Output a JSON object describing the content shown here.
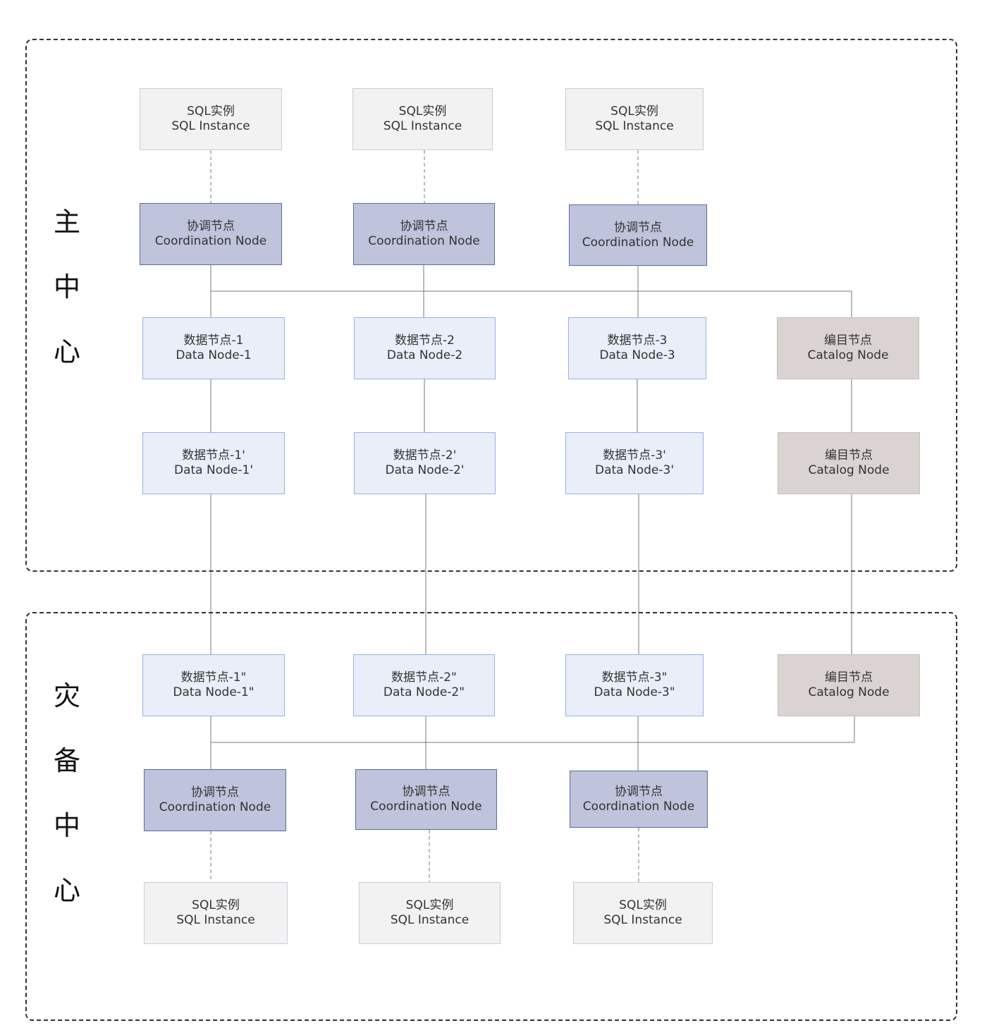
{
  "regions": {
    "main": {
      "label": [
        "主",
        "中",
        "心"
      ]
    },
    "dr": {
      "label": [
        "灾",
        "备",
        "中",
        "心"
      ]
    }
  },
  "nodes": {
    "sql": {
      "cn": "SQL实例",
      "en": "SQL Instance"
    },
    "coord": {
      "cn": "协调节点",
      "en": "Coordination Node"
    },
    "catalog": {
      "cn": "编目节点",
      "en": "Catalog Node"
    },
    "dn1": {
      "cn": "数据节点-1",
      "en": "Data Node-1"
    },
    "dn2": {
      "cn": "数据节点-2",
      "en": "Data Node-2"
    },
    "dn3": {
      "cn": "数据节点-3",
      "en": "Data Node-3"
    },
    "dn1p": {
      "cn": "数据节点-1'",
      "en": "Data Node-1'"
    },
    "dn2p": {
      "cn": "数据节点-2'",
      "en": "Data Node-2'"
    },
    "dn3p": {
      "cn": "数据节点-3'",
      "en": "Data Node-3'"
    },
    "dn1pp": {
      "cn": "数据节点-1\"",
      "en": "Data Node-1\""
    },
    "dn2pp": {
      "cn": "数据节点-2\"",
      "en": "Data Node-2\""
    },
    "dn3pp": {
      "cn": "数据节点-3\"",
      "en": "Data Node-3\""
    }
  },
  "colors": {
    "sql_fill": "#f2f2f2",
    "coordination_fill": "#bfc3db",
    "data_fill": "#e9eef9",
    "catalog_fill": "#dbd2d2",
    "line": "#7a7a7a"
  }
}
